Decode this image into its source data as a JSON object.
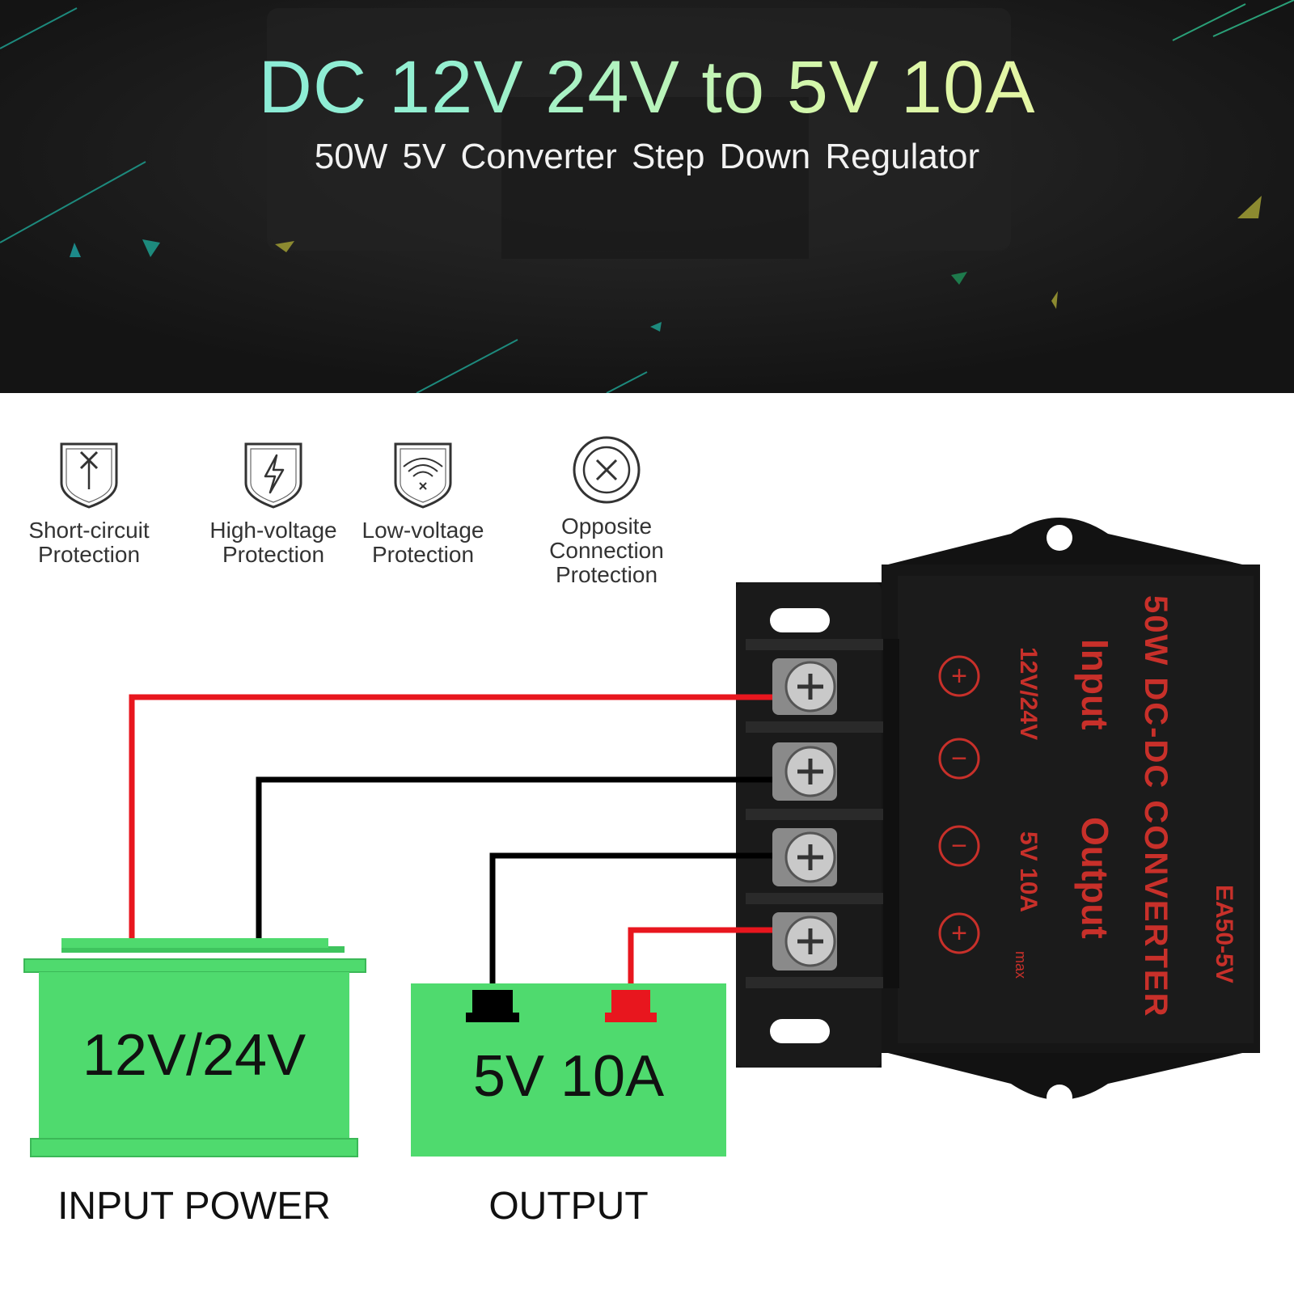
{
  "banner": {
    "title": "DC 12V 24V to 5V 10A",
    "subtitle": "50W 5V  Converter Step Down Regulator"
  },
  "features": [
    {
      "icon": "short-circuit-shield-icon",
      "line1": "Short-circuit",
      "line2": "Protection",
      "line3": ""
    },
    {
      "icon": "lightning-shield-icon",
      "line1": "High-voltage",
      "line2": "Protection",
      "line3": ""
    },
    {
      "icon": "wifi-shield-icon",
      "line1": "Low-voltage",
      "line2": "Protection",
      "line3": ""
    },
    {
      "icon": "circle-x-icon",
      "line1": "Opposite",
      "line2": "Connection",
      "line3": "Protection"
    }
  ],
  "converter": {
    "name": "50W DC-DC CONVERTER",
    "model": "EA50-5V",
    "input_label": "Input",
    "input_voltage": "12V/24V",
    "output_label": "Output",
    "output_rating": "5V 10A",
    "output_max": "max",
    "terminal_symbols": [
      "+",
      "−",
      "−",
      "+"
    ]
  },
  "battery": {
    "label": "12V/24V",
    "caption": "INPUT POWER"
  },
  "output": {
    "label": "5V 10A",
    "caption": "OUTPUT"
  },
  "colors": {
    "wire_positive": "#e8161e",
    "wire_negative": "#000000",
    "box_green": "#4fda6e",
    "converter_text": "#c8302a",
    "banner_bg": "#1b1b1b"
  }
}
